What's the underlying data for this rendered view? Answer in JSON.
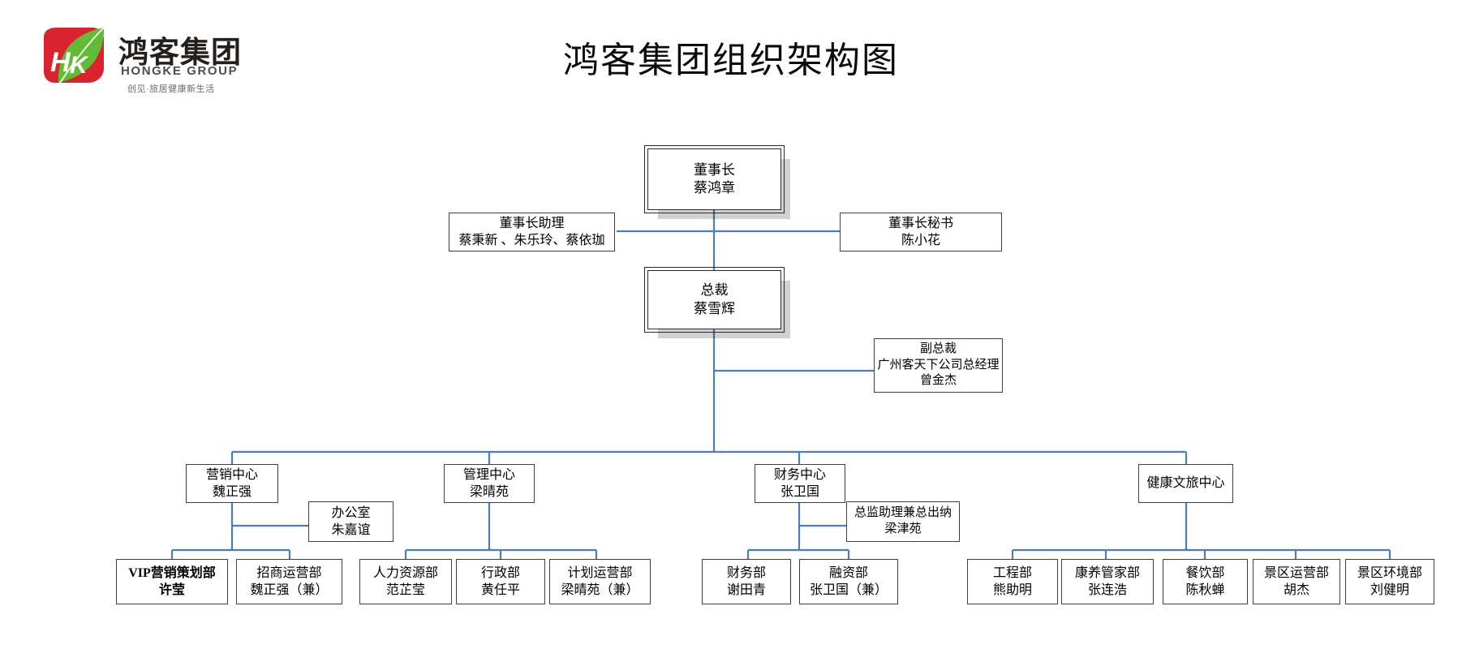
{
  "header": {
    "title": "鸿客集团组织架构图",
    "logo": {
      "name_zh": "鸿客集团",
      "name_en": "HONGKE GROUP",
      "tagline": "创见·旅居健康新生活",
      "mark_letters": "HK",
      "colors": {
        "red": "#d9232e",
        "green": "#5cb531",
        "text": "#231f1d"
      }
    }
  },
  "colors": {
    "connector": "#4a7ebb",
    "box_border": "#3f3f3f",
    "shadow": "#d9d9d9"
  },
  "chart_data": {
    "type": "org-chart",
    "title": "鸿客集团组织架构图",
    "nodes": [
      {
        "id": "chairman",
        "lines": [
          "董事长",
          "蔡鸿章"
        ]
      },
      {
        "id": "chair-assistant",
        "lines": [
          "董事长助理",
          "蔡秉新 、朱乐玲、蔡依珈"
        ]
      },
      {
        "id": "chair-secretary",
        "lines": [
          "董事长秘书",
          "陈小花"
        ]
      },
      {
        "id": "president",
        "lines": [
          "总裁",
          "蔡雪辉"
        ]
      },
      {
        "id": "vice-president",
        "lines": [
          "副总裁",
          "广州客天下公司总经理",
          "曾金杰"
        ]
      },
      {
        "id": "marketing-center",
        "lines": [
          "营销中心",
          "魏正强"
        ]
      },
      {
        "id": "office",
        "lines": [
          "办公室",
          "朱嘉谊"
        ]
      },
      {
        "id": "management-center",
        "lines": [
          "管理中心",
          "梁晴苑"
        ]
      },
      {
        "id": "finance-center",
        "lines": [
          "财务中心",
          "张卫国"
        ]
      },
      {
        "id": "director-assistant",
        "lines": [
          "总监助理兼总出纳",
          "梁津苑"
        ]
      },
      {
        "id": "health-center",
        "lines": [
          "健康文旅中心"
        ]
      },
      {
        "id": "vip-marketing-dept",
        "lines": [
          "VIP营销策划部",
          "许莹"
        ]
      },
      {
        "id": "investment-ops-dept",
        "lines": [
          "招商运营部",
          "魏正强（兼）"
        ]
      },
      {
        "id": "hr-dept",
        "lines": [
          "人力资源部",
          "范芷莹"
        ]
      },
      {
        "id": "admin-dept",
        "lines": [
          "行政部",
          "黄任平"
        ]
      },
      {
        "id": "planning-ops-dept",
        "lines": [
          "计划运营部",
          "梁晴苑（兼）"
        ]
      },
      {
        "id": "finance-dept",
        "lines": [
          "财务部",
          "谢田青"
        ]
      },
      {
        "id": "financing-dept",
        "lines": [
          "融资部",
          "张卫国（兼）"
        ]
      },
      {
        "id": "engineering-dept",
        "lines": [
          "工程部",
          "熊助明"
        ]
      },
      {
        "id": "health-steward-dept",
        "lines": [
          "康养管家部",
          "张连浩"
        ]
      },
      {
        "id": "catering-dept",
        "lines": [
          "餐饮部",
          "陈秋蝉"
        ]
      },
      {
        "id": "scenic-ops-dept",
        "lines": [
          "景区运营部",
          "胡杰"
        ]
      },
      {
        "id": "scenic-env-dept",
        "lines": [
          "景区环境部",
          "刘健明"
        ]
      }
    ],
    "edges": [
      [
        "chairman",
        "chair-assistant"
      ],
      [
        "chairman",
        "chair-secretary"
      ],
      [
        "chairman",
        "president"
      ],
      [
        "president",
        "vice-president"
      ],
      [
        "president",
        "marketing-center"
      ],
      [
        "president",
        "management-center"
      ],
      [
        "president",
        "finance-center"
      ],
      [
        "president",
        "health-center"
      ],
      [
        "marketing-center",
        "office"
      ],
      [
        "marketing-center",
        "vip-marketing-dept"
      ],
      [
        "marketing-center",
        "investment-ops-dept"
      ],
      [
        "management-center",
        "hr-dept"
      ],
      [
        "management-center",
        "admin-dept"
      ],
      [
        "management-center",
        "planning-ops-dept"
      ],
      [
        "finance-center",
        "director-assistant"
      ],
      [
        "finance-center",
        "finance-dept"
      ],
      [
        "finance-center",
        "financing-dept"
      ],
      [
        "health-center",
        "engineering-dept"
      ],
      [
        "health-center",
        "health-steward-dept"
      ],
      [
        "health-center",
        "catering-dept"
      ],
      [
        "health-center",
        "scenic-ops-dept"
      ],
      [
        "health-center",
        "scenic-env-dept"
      ]
    ]
  }
}
